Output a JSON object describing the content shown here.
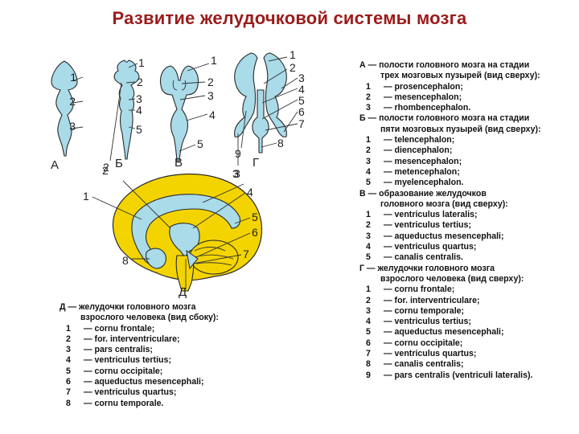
{
  "title": "Развитие желудочковой системы мозга",
  "colors": {
    "title": "#9b1b1b",
    "ventricle": "#a9dbe9",
    "brain": "#f3d400",
    "outline": "#2a2a2a"
  },
  "panels": {
    "A": {
      "letter": "А",
      "labels": [
        "1",
        "2",
        "3"
      ]
    },
    "B": {
      "letter": "Б",
      "labels": [
        "1",
        "2",
        "3",
        "4",
        "5",
        "2"
      ]
    },
    "V": {
      "letter": "В",
      "labels": [
        "1",
        "2",
        "3",
        "4",
        "5"
      ]
    },
    "G": {
      "letter": "Г",
      "labels": [
        "1",
        "2",
        "3",
        "4",
        "5",
        "6",
        "7",
        "8",
        "9",
        "3"
      ]
    },
    "D": {
      "letter": "Д",
      "labels": [
        "1",
        "2",
        "3",
        "4",
        "5",
        "6",
        "7",
        "8"
      ]
    }
  },
  "legend_right": [
    {
      "type": "head",
      "text": "А — полости головного мозга на стадии"
    },
    {
      "type": "cont",
      "text": "трех мозговых пузырей (вид сверху):"
    },
    {
      "type": "item",
      "num": "1",
      "text": "— prosencephalon;"
    },
    {
      "type": "item",
      "num": "2",
      "text": "— mesencephalon;"
    },
    {
      "type": "item",
      "num": "3",
      "text": "— rhombencephalon."
    },
    {
      "type": "head",
      "text": "Б — полости головного мозга на стадии"
    },
    {
      "type": "cont",
      "text": "пяти мозговых пузырей (вид сверху):"
    },
    {
      "type": "item",
      "num": "1",
      "text": "— telencephalon;"
    },
    {
      "type": "item",
      "num": "2",
      "text": "— diencephalon;"
    },
    {
      "type": "item",
      "num": "3",
      "text": "— mesencephalon;"
    },
    {
      "type": "item",
      "num": "4",
      "text": "— metencephalon;"
    },
    {
      "type": "item",
      "num": "5",
      "text": "— myelencephalon."
    },
    {
      "type": "head",
      "text": "В — образование желудочков"
    },
    {
      "type": "cont",
      "text": "головного мозга (вид сверху):"
    },
    {
      "type": "item",
      "num": "1",
      "text": "— ventriculus lateralis;"
    },
    {
      "type": "item",
      "num": "2",
      "text": "— ventriculus tertius;"
    },
    {
      "type": "item",
      "num": "3",
      "text": "— aqueductus mesencephali;"
    },
    {
      "type": "item",
      "num": "4",
      "text": "— ventriculus quartus;"
    },
    {
      "type": "item",
      "num": "5",
      "text": "— canalis centralis."
    },
    {
      "type": "head",
      "text": "Г — желудочки головного мозга"
    },
    {
      "type": "cont",
      "text": "взрослого человека (вид сверху):"
    },
    {
      "type": "item",
      "num": "1",
      "text": "— cornu frontale;"
    },
    {
      "type": "item",
      "num": "2",
      "text": "— for. interventriculare;"
    },
    {
      "type": "item",
      "num": "3",
      "text": "— cornu temporale;"
    },
    {
      "type": "item",
      "num": "4",
      "text": "— ventriculus tertius;"
    },
    {
      "type": "item",
      "num": "5",
      "text": "— aqueductus mesencephali;"
    },
    {
      "type": "item",
      "num": "6",
      "text": "— cornu occipitale;"
    },
    {
      "type": "item",
      "num": "7",
      "text": "— ventriculus quartus;"
    },
    {
      "type": "item",
      "num": "8",
      "text": "— canalis centralis;"
    },
    {
      "type": "item",
      "num": "9",
      "text": "— pars centralis (ventriculi lateralis)."
    }
  ],
  "legend_left": [
    {
      "type": "head",
      "text": "Д — желудочки головного мозга"
    },
    {
      "type": "cont",
      "text": "взрослого человека (вид сбоку):"
    },
    {
      "type": "item",
      "num": "1",
      "text": "— cornu frontale;"
    },
    {
      "type": "item",
      "num": "2",
      "text": "— for. interventriculare;"
    },
    {
      "type": "item",
      "num": "3",
      "text": "— pars centralis;"
    },
    {
      "type": "item",
      "num": "4",
      "text": "— ventriculus tertius;"
    },
    {
      "type": "item",
      "num": "5",
      "text": "— cornu occipitale;"
    },
    {
      "type": "item",
      "num": "6",
      "text": "— aqueductus mesencephali;"
    },
    {
      "type": "item",
      "num": "7",
      "text": "— ventriculus quartus;"
    },
    {
      "type": "item",
      "num": "8",
      "text": "— cornu temporale."
    }
  ]
}
